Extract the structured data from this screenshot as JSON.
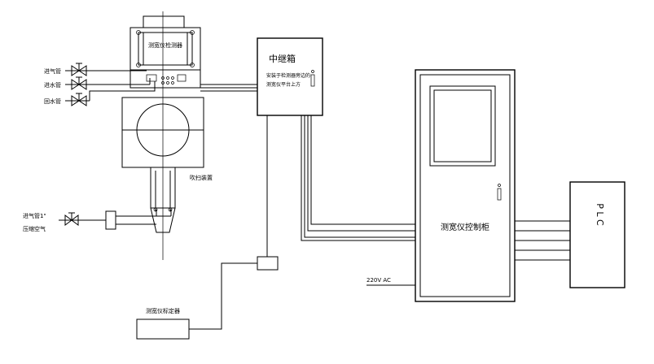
{
  "labels": {
    "sensor_head": "测宽仪检测器",
    "relay_box_title": "中继箱",
    "relay_box_note_1": "安装于检测器旁边的",
    "relay_box_note_2": "测宽仪平台上方",
    "inlet_air": "进气管",
    "inlet_water": "进水管",
    "return_water": "回水管",
    "blower": "吹扫装置",
    "inlet_air_pipe": "进气管1\"",
    "compressed_air": "压缩空气",
    "calibrator": "测宽仪标定器",
    "cabinet": "测宽仪控制柜",
    "power": "220V AC",
    "plc": "P L C"
  }
}
